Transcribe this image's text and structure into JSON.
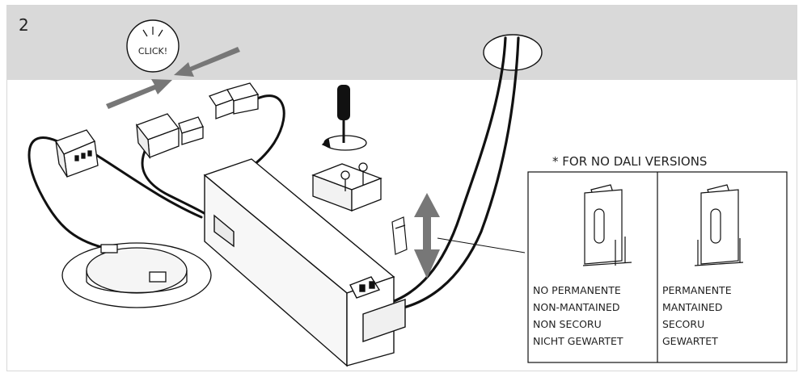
{
  "step": {
    "number": "2"
  },
  "click_badge": {
    "text": "CLICK!"
  },
  "note": {
    "title": "* FOR NO DALI VERSIONS"
  },
  "options": [
    {
      "lines": [
        "NO PERMANENTE",
        "NON-MANTAINED",
        "NON SECORU",
        "NICHT GEWARTET"
      ]
    },
    {
      "lines": [
        "PERMANENTE",
        "MANTAINED",
        "SECORU",
        "GEWARTET"
      ]
    }
  ],
  "colors": {
    "ceiling": "#d9d9d9",
    "arrow": "#777777",
    "line": "#111111",
    "frame": "#d8d8d8"
  },
  "icons": [
    "click-badge-icon",
    "screwdriver-icon",
    "rotate-arrow-icon",
    "connector-icon",
    "jumper-icon",
    "double-arrow-icon"
  ]
}
